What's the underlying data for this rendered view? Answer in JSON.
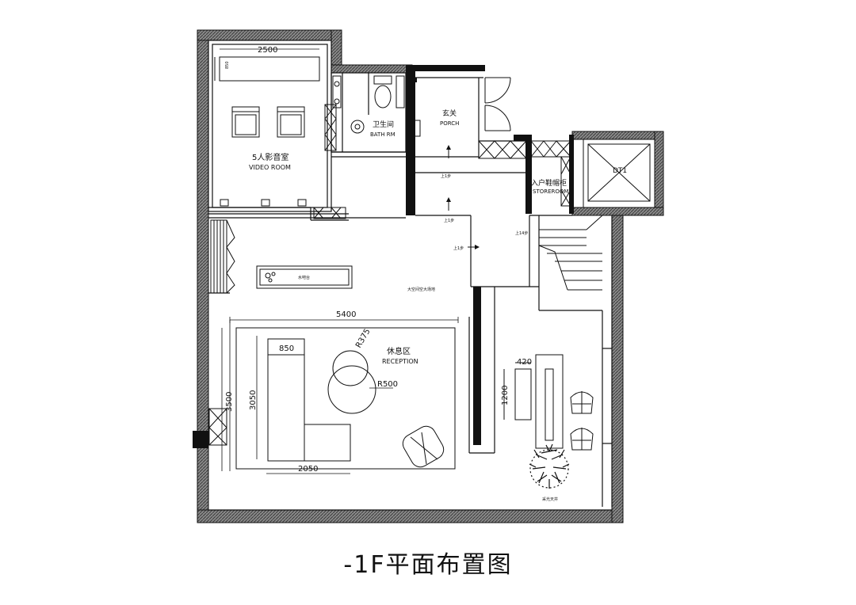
{
  "caption": "-1F平面布置图",
  "rooms": {
    "video_room": {
      "zh": "5人影音室",
      "en": "VIDEO ROOM"
    },
    "bath": {
      "zh": "卫生间",
      "en": "BATH RM"
    },
    "porch": {
      "zh": "玄关",
      "en": "PORCH"
    },
    "store": {
      "zh": "入户鞋帽柜",
      "en": "STOREROOM"
    },
    "elevator": {
      "label": "DT1"
    },
    "reception": {
      "zh": "休息区",
      "en": "RECEPTION"
    }
  },
  "dimensions": {
    "video_width": "2500",
    "video_depth": "850",
    "reception_width": "5400",
    "reception_depth": "3500",
    "sofa_length": "3050",
    "sofa_depth": "850",
    "sofa_bottom": "2050",
    "table_radius_small": "R375",
    "table_radius_large": "R500",
    "bar_width": "420",
    "bar_length": "1200"
  },
  "notes": {
    "bar": "水吧台",
    "open_void": "大空间空大场地",
    "up_1": "上1步",
    "up_2": "上1步",
    "up_3": "上1步",
    "up_4": "上14步",
    "plant": "采光天井"
  },
  "colors": {
    "wall_hatch": "#6a6a6a",
    "line": "#111111"
  }
}
